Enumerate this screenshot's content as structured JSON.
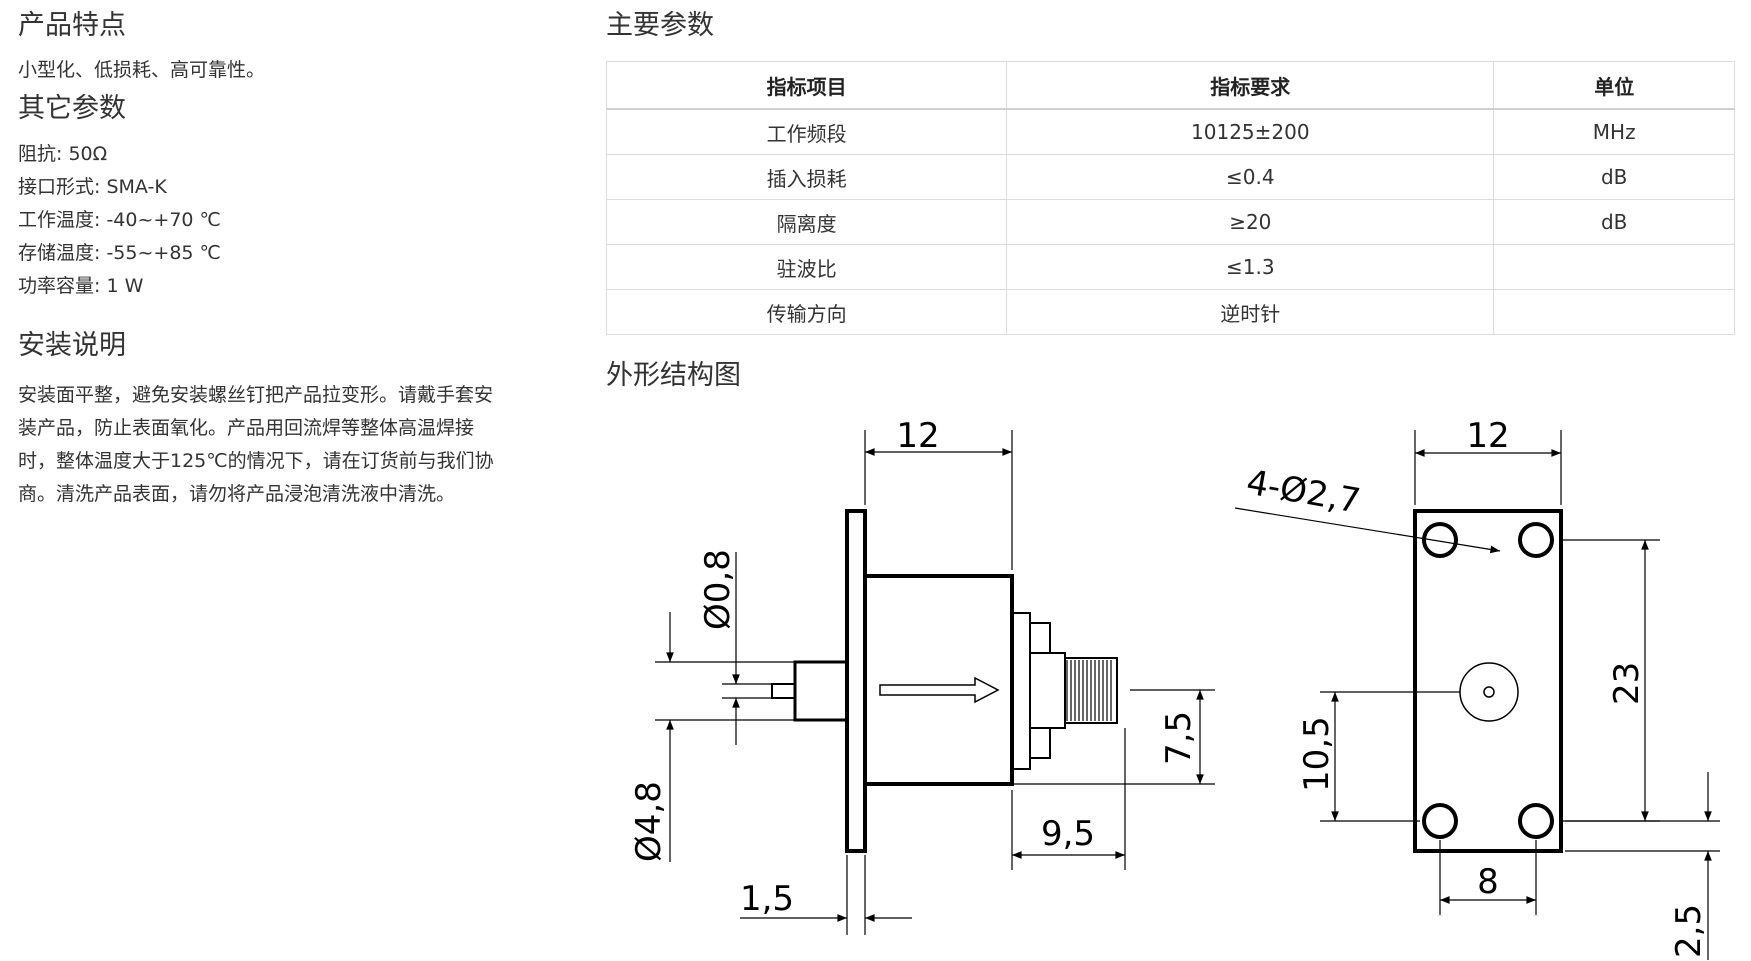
{
  "features": {
    "title": "产品特点",
    "text": "小型化、低损耗、高可靠性。"
  },
  "other_params": {
    "title": "其它参数",
    "items": [
      "阻抗: 50Ω",
      "接口形式: SMA-K",
      "工作温度: -40~+70 ℃",
      "存储温度: -55~+85 ℃",
      "功率容量: 1 W"
    ]
  },
  "install": {
    "title": "安装说明",
    "lines": [
      "安装面平整，避免安装螺丝钉把产品拉变形。请戴手套安",
      "装产品，防止表面氧化。产品用回流焊等整体高温焊接",
      "时，整体温度大于125℃的情况下，请在订货前与我们协",
      "商。清洗产品表面，请勿将产品浸泡清洗液中清洗。"
    ]
  },
  "main_params": {
    "title": "主要参数",
    "headers": [
      "指标项目",
      "指标要求",
      "单位"
    ],
    "rows": [
      [
        "工作频段",
        "10125±200",
        "MHz"
      ],
      [
        "插入损耗",
        "≤0.4",
        "dB"
      ],
      [
        "隔离度",
        "≥20",
        "dB"
      ],
      [
        "驻波比",
        "≤1.3",
        ""
      ],
      [
        "传输方向",
        "逆时针",
        ""
      ]
    ]
  },
  "drawing": {
    "title": "外形结构图",
    "dims": {
      "side_width": "12",
      "pin_dia": "Ø0,8",
      "body_dia": "Ø4,8",
      "flange": "1,5",
      "conn_len": "9,5",
      "conn_h": "7,5",
      "front_width": "12",
      "holes": "4-Ø2,7",
      "hole_span_v": "23",
      "center_h": "10,5",
      "hole_span_h": "8",
      "hole_offset": "2,5"
    }
  }
}
